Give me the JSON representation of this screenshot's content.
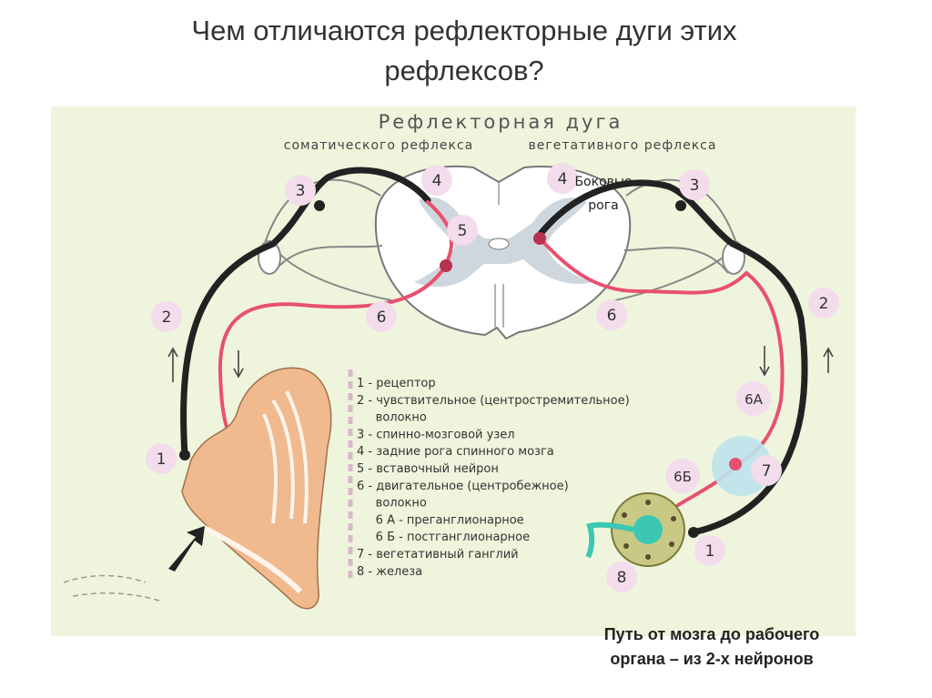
{
  "slide": {
    "title_line1": "Чем отличаются рефлекторные дуги этих",
    "title_line2": "рефлексов?",
    "footnote_line1": "Путь от мозга до рабочего",
    "footnote_line2": "органа – из 2-х нейронов"
  },
  "diagram": {
    "heading": "Рефлекторная дуга",
    "left_subtitle": "соматического рефлекса",
    "right_subtitle": "вегетативного рефлекса",
    "lateral_horns_line1": "Боковые",
    "lateral_horns_line2": "рога",
    "markers": {
      "l1": "1",
      "l2": "2",
      "l3": "3",
      "l4": "4",
      "l5": "5",
      "l6": "6",
      "r1": "1",
      "r2": "2",
      "r3": "3",
      "r4": "4",
      "r6": "6",
      "r6a": "6А",
      "r6b": "6Б",
      "r7": "7",
      "r8": "8"
    },
    "legend": [
      "1 - рецептор",
      "2 - чувствительное  (центростремительное)",
      "     волокно",
      "3 - спинно-мозговой узел",
      "4 - задние рога спинного мозга",
      "5 - вставочный нейрон",
      "6 - двигательное (центробежное)",
      "     волокно",
      "     6 А - преганглионарное",
      "     6 Б - постганглионарное",
      "7 - вегетативный ганглий",
      "8 - железа"
    ],
    "colors": {
      "panel_bg": "#eef5dc",
      "sensory": "#222222",
      "motor": "#e8506f",
      "marker_fill": "#f3dcec",
      "grey_matter": "#c9d3da",
      "arm": "#f0b98e",
      "gland": "#c9c986",
      "ganglion": "#bde3ec"
    }
  }
}
